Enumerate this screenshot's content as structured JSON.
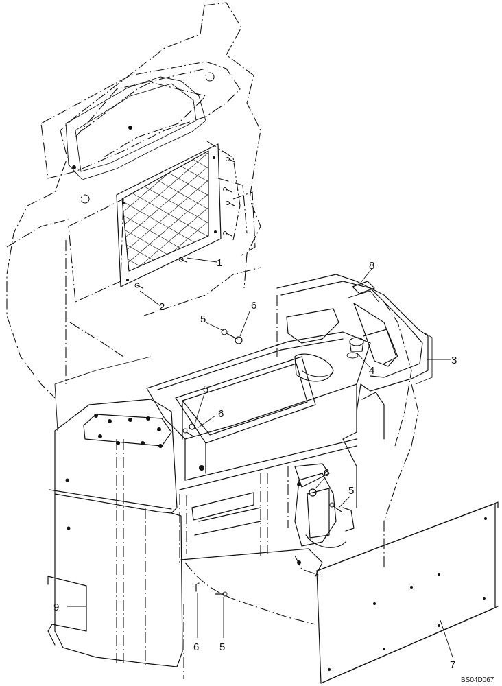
{
  "diagram": {
    "callouts": [
      "1",
      "2",
      "3",
      "4",
      "5",
      "6",
      "5",
      "6",
      "8",
      "6",
      "5",
      "6",
      "5",
      "7",
      "9"
    ],
    "drawing_code": "BS04D067"
  }
}
